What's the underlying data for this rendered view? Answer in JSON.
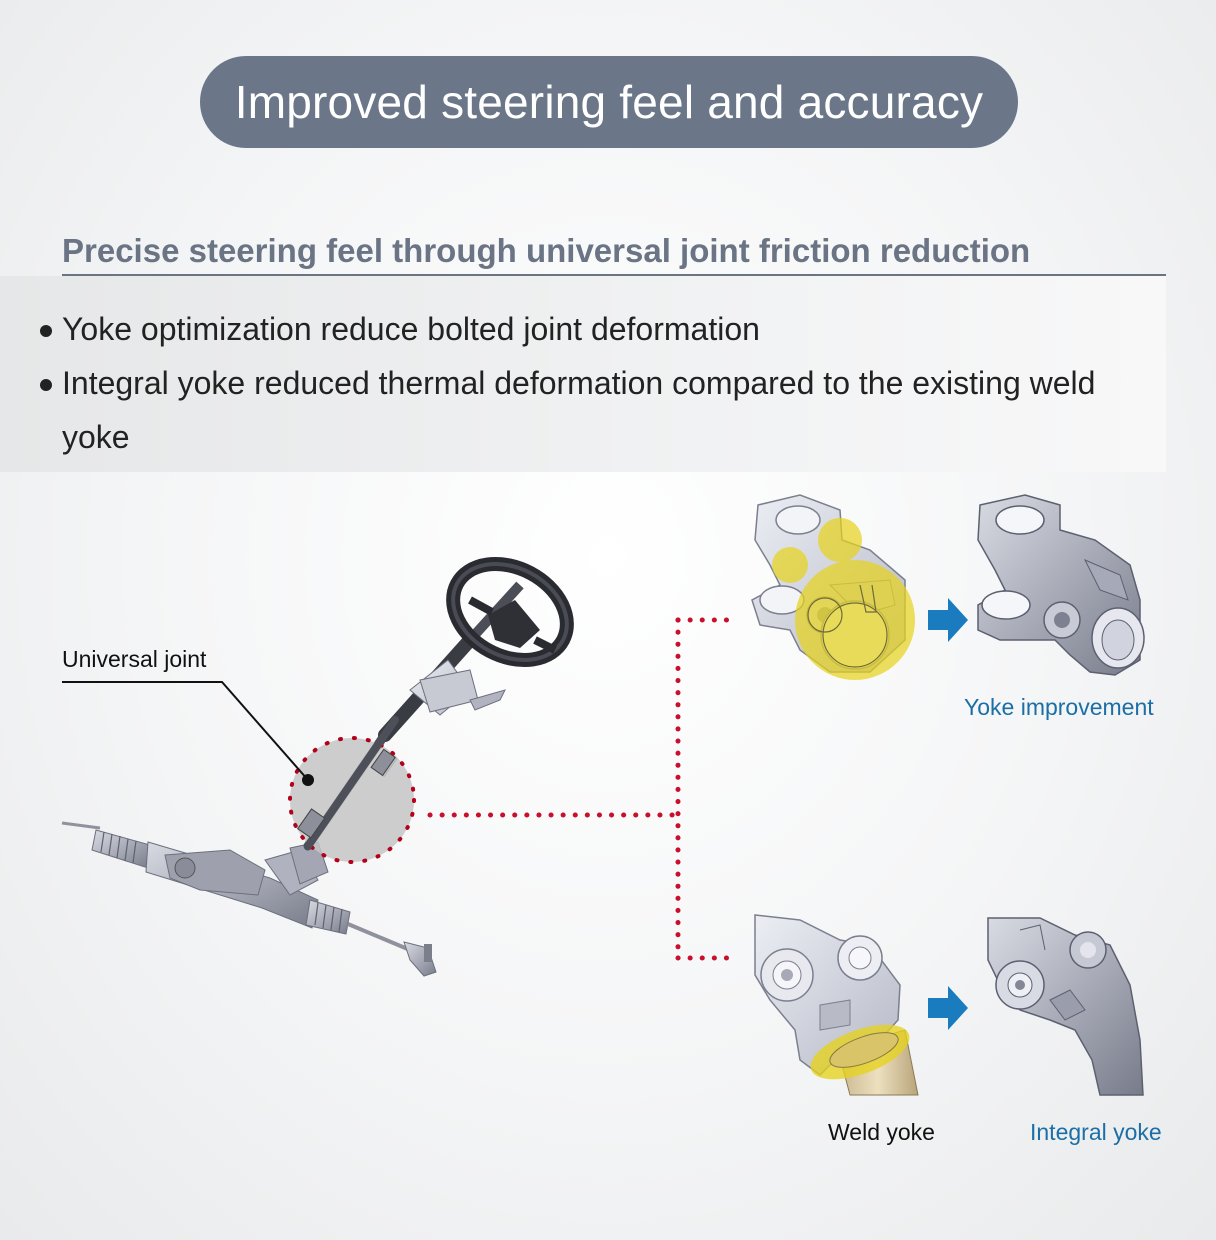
{
  "title": "Improved steering feel and accuracy",
  "subtitle": "Precise steering feel through universal joint friction reduction",
  "bullets": [
    "Yoke optimization reduce bolted joint deformation",
    "Integral yoke reduced thermal deformation compared to the existing weld yoke"
  ],
  "labels": {
    "universal_joint": "Universal joint",
    "yoke_improvement": "Yoke improvement",
    "weld_yoke": "Weld yoke",
    "integral_yoke": "Integral yoke"
  },
  "colors": {
    "title_bg": "#6b7789",
    "subtitle": "#6a7484",
    "accent_blue": "#1b6fa6",
    "arrow_blue": "#1a7bbf",
    "dotted_red": "#c8102e",
    "highlight_yellow": "#e6d21e"
  }
}
